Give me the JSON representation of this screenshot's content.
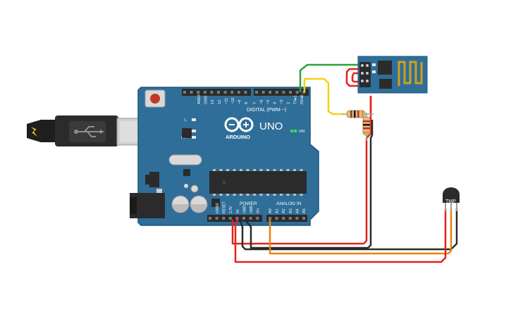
{
  "board": {
    "brand": "ARDUINO",
    "model": "UNO",
    "on_label": "ON",
    "led_l": "L",
    "led_tx": "TX",
    "led_rx": "RX",
    "digital_label": "DIGITAL (PWM ~)",
    "power_label": "POWER",
    "analog_label": "ANALOG IN",
    "digital_pins": [
      "AREF",
      "GND",
      "13",
      "12",
      "~11",
      "~10",
      "~9",
      "8",
      "7",
      "~6",
      "~5",
      "4",
      "~3",
      "2",
      "TX▸1",
      "RX◂0"
    ],
    "power_pins": [
      "IOREF",
      "RESET",
      "3.3V",
      "5V",
      "GND",
      "GND",
      "Vin"
    ],
    "analog_pins": [
      "A0",
      "A1",
      "A2",
      "A3",
      "A4",
      "A5"
    ]
  },
  "sensor": {
    "label": "TMP"
  },
  "colors": {
    "board": "#2f6e99",
    "board_edge": "#1f567c",
    "header": "#2b2b2b",
    "wire_red": "#e2231a",
    "wire_black": "#2b2b2b",
    "wire_orange": "#e8830f",
    "wire_green": "#2aa33a",
    "wire_yellow": "#f3d21a"
  }
}
